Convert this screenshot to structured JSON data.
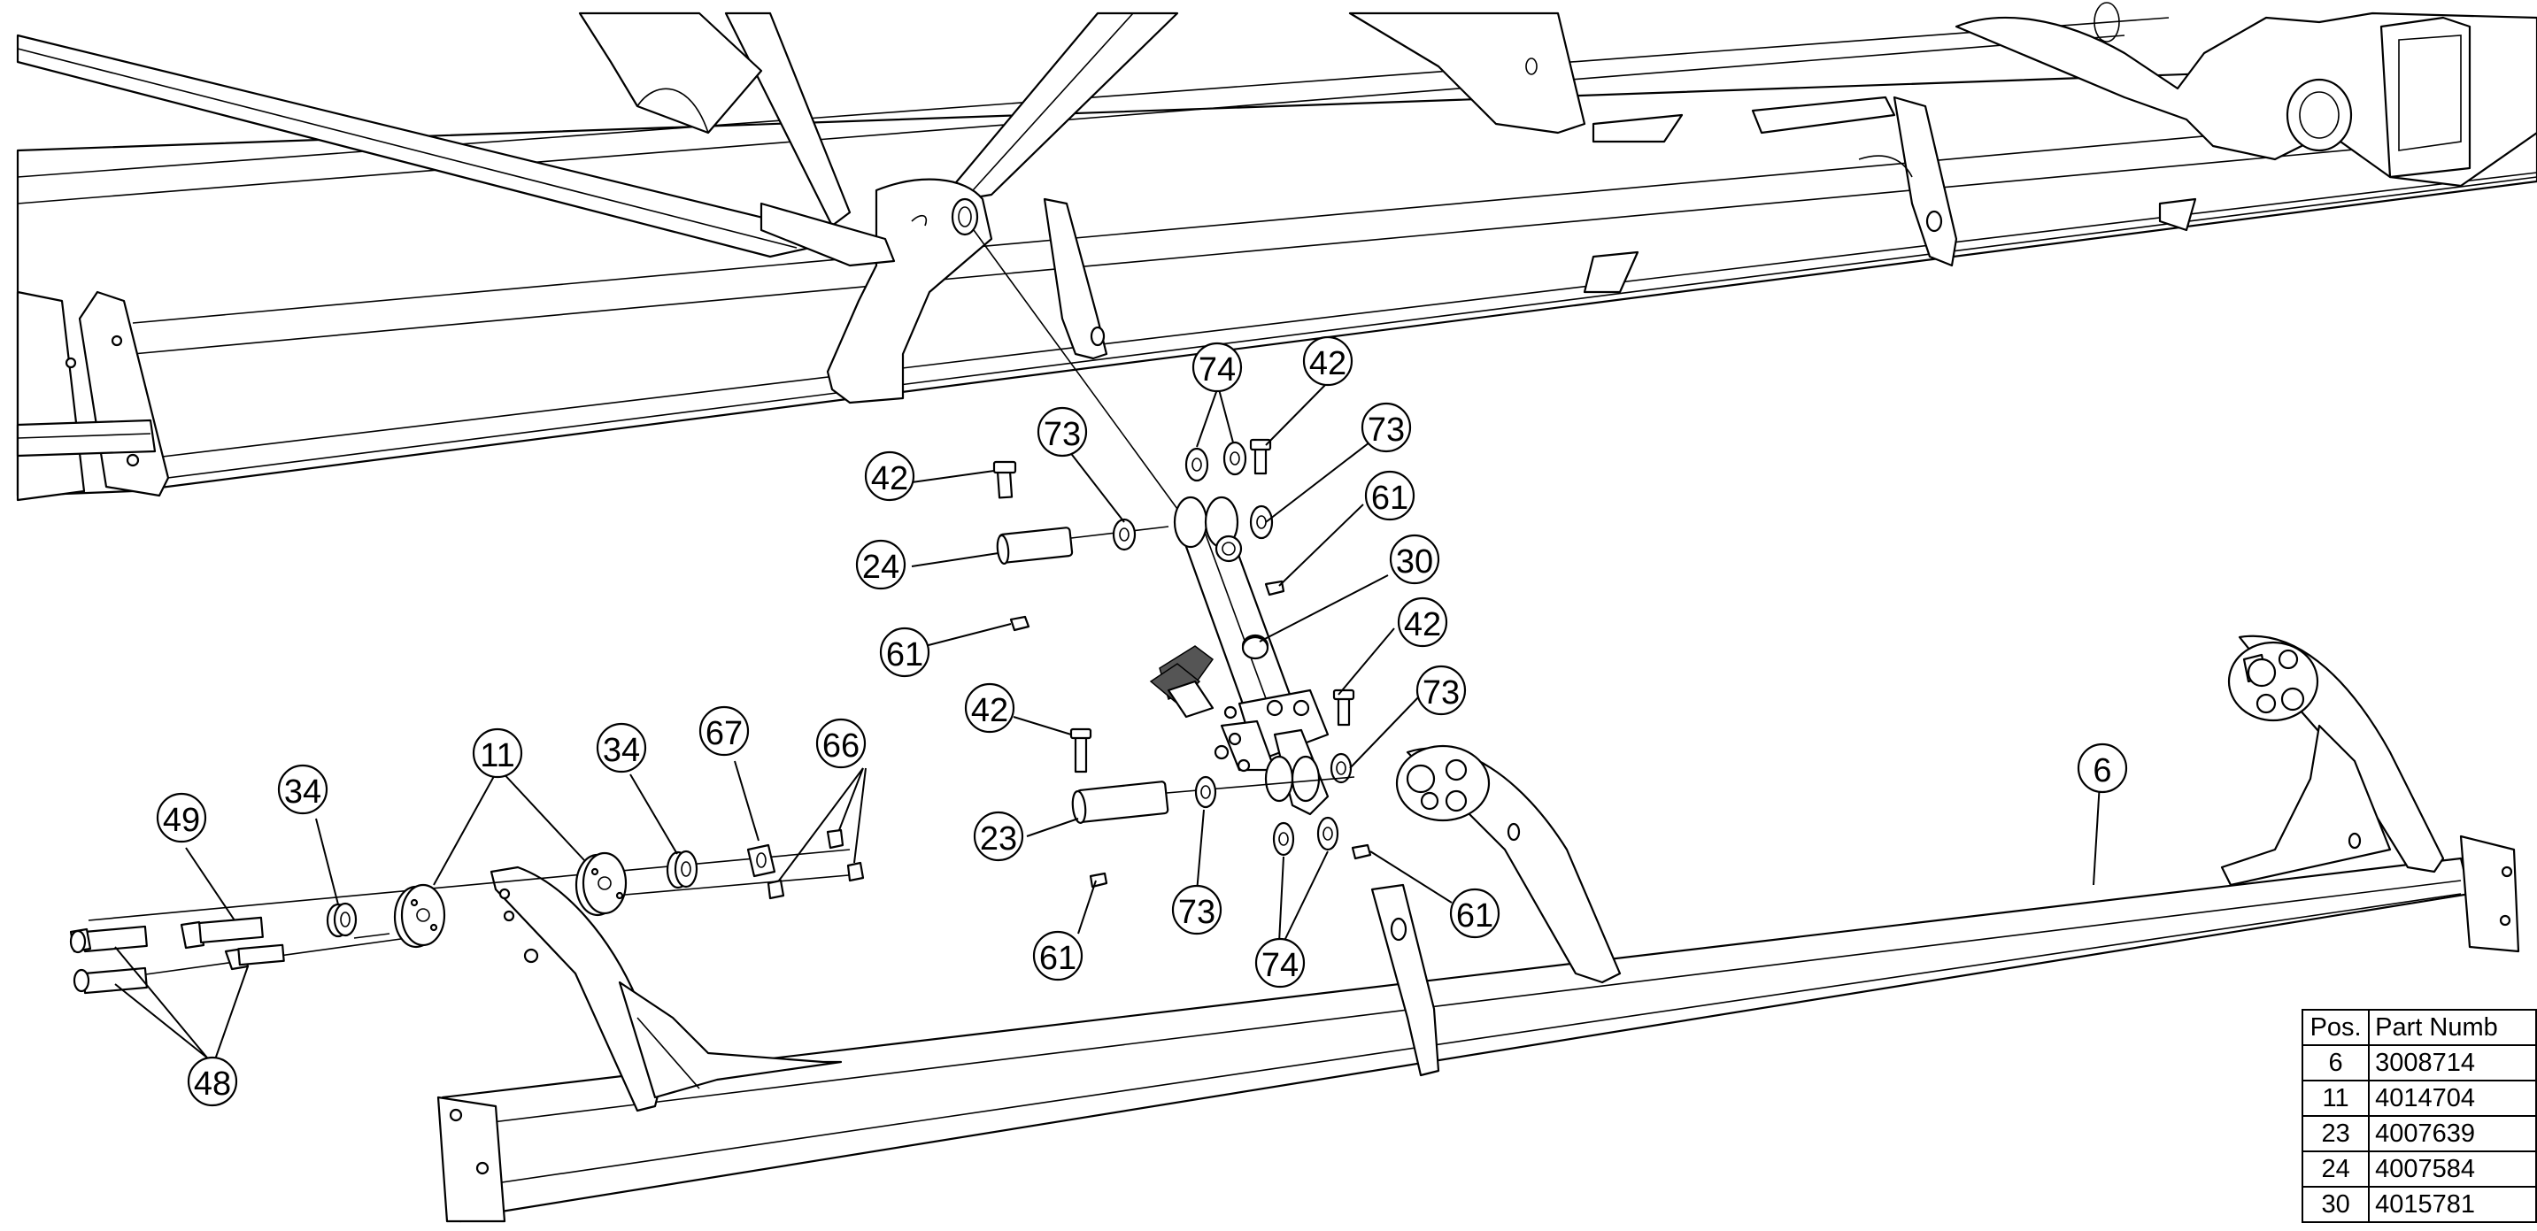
{
  "callouts": [
    {
      "id": "c74a",
      "label": "74"
    },
    {
      "id": "c42a",
      "label": "42"
    },
    {
      "id": "c73a",
      "label": "73"
    },
    {
      "id": "c73b",
      "label": "73"
    },
    {
      "id": "c42b",
      "label": "42"
    },
    {
      "id": "c61a",
      "label": "61"
    },
    {
      "id": "c30",
      "label": "30"
    },
    {
      "id": "c24",
      "label": "24"
    },
    {
      "id": "c61b",
      "label": "61"
    },
    {
      "id": "c42c",
      "label": "42"
    },
    {
      "id": "c42d",
      "label": "42"
    },
    {
      "id": "c73c",
      "label": "73"
    },
    {
      "id": "c23",
      "label": "23"
    },
    {
      "id": "c73d",
      "label": "73"
    },
    {
      "id": "c61c",
      "label": "61"
    },
    {
      "id": "c74b",
      "label": "74"
    },
    {
      "id": "c61d",
      "label": "61"
    },
    {
      "id": "c6",
      "label": "6"
    },
    {
      "id": "c11",
      "label": "11"
    },
    {
      "id": "c34a",
      "label": "34"
    },
    {
      "id": "c67",
      "label": "67"
    },
    {
      "id": "c66",
      "label": "66"
    },
    {
      "id": "c34b",
      "label": "34"
    },
    {
      "id": "c49",
      "label": "49"
    },
    {
      "id": "c48",
      "label": "48"
    }
  ],
  "parts_table": {
    "headers": {
      "pos": "Pos.",
      "part_number": "Part Numb"
    },
    "rows": [
      {
        "pos": "6",
        "part_number": "3008714"
      },
      {
        "pos": "11",
        "part_number": "4014704"
      },
      {
        "pos": "23",
        "part_number": "4007639"
      },
      {
        "pos": "24",
        "part_number": "4007584"
      },
      {
        "pos": "30",
        "part_number": "4015781"
      }
    ]
  }
}
